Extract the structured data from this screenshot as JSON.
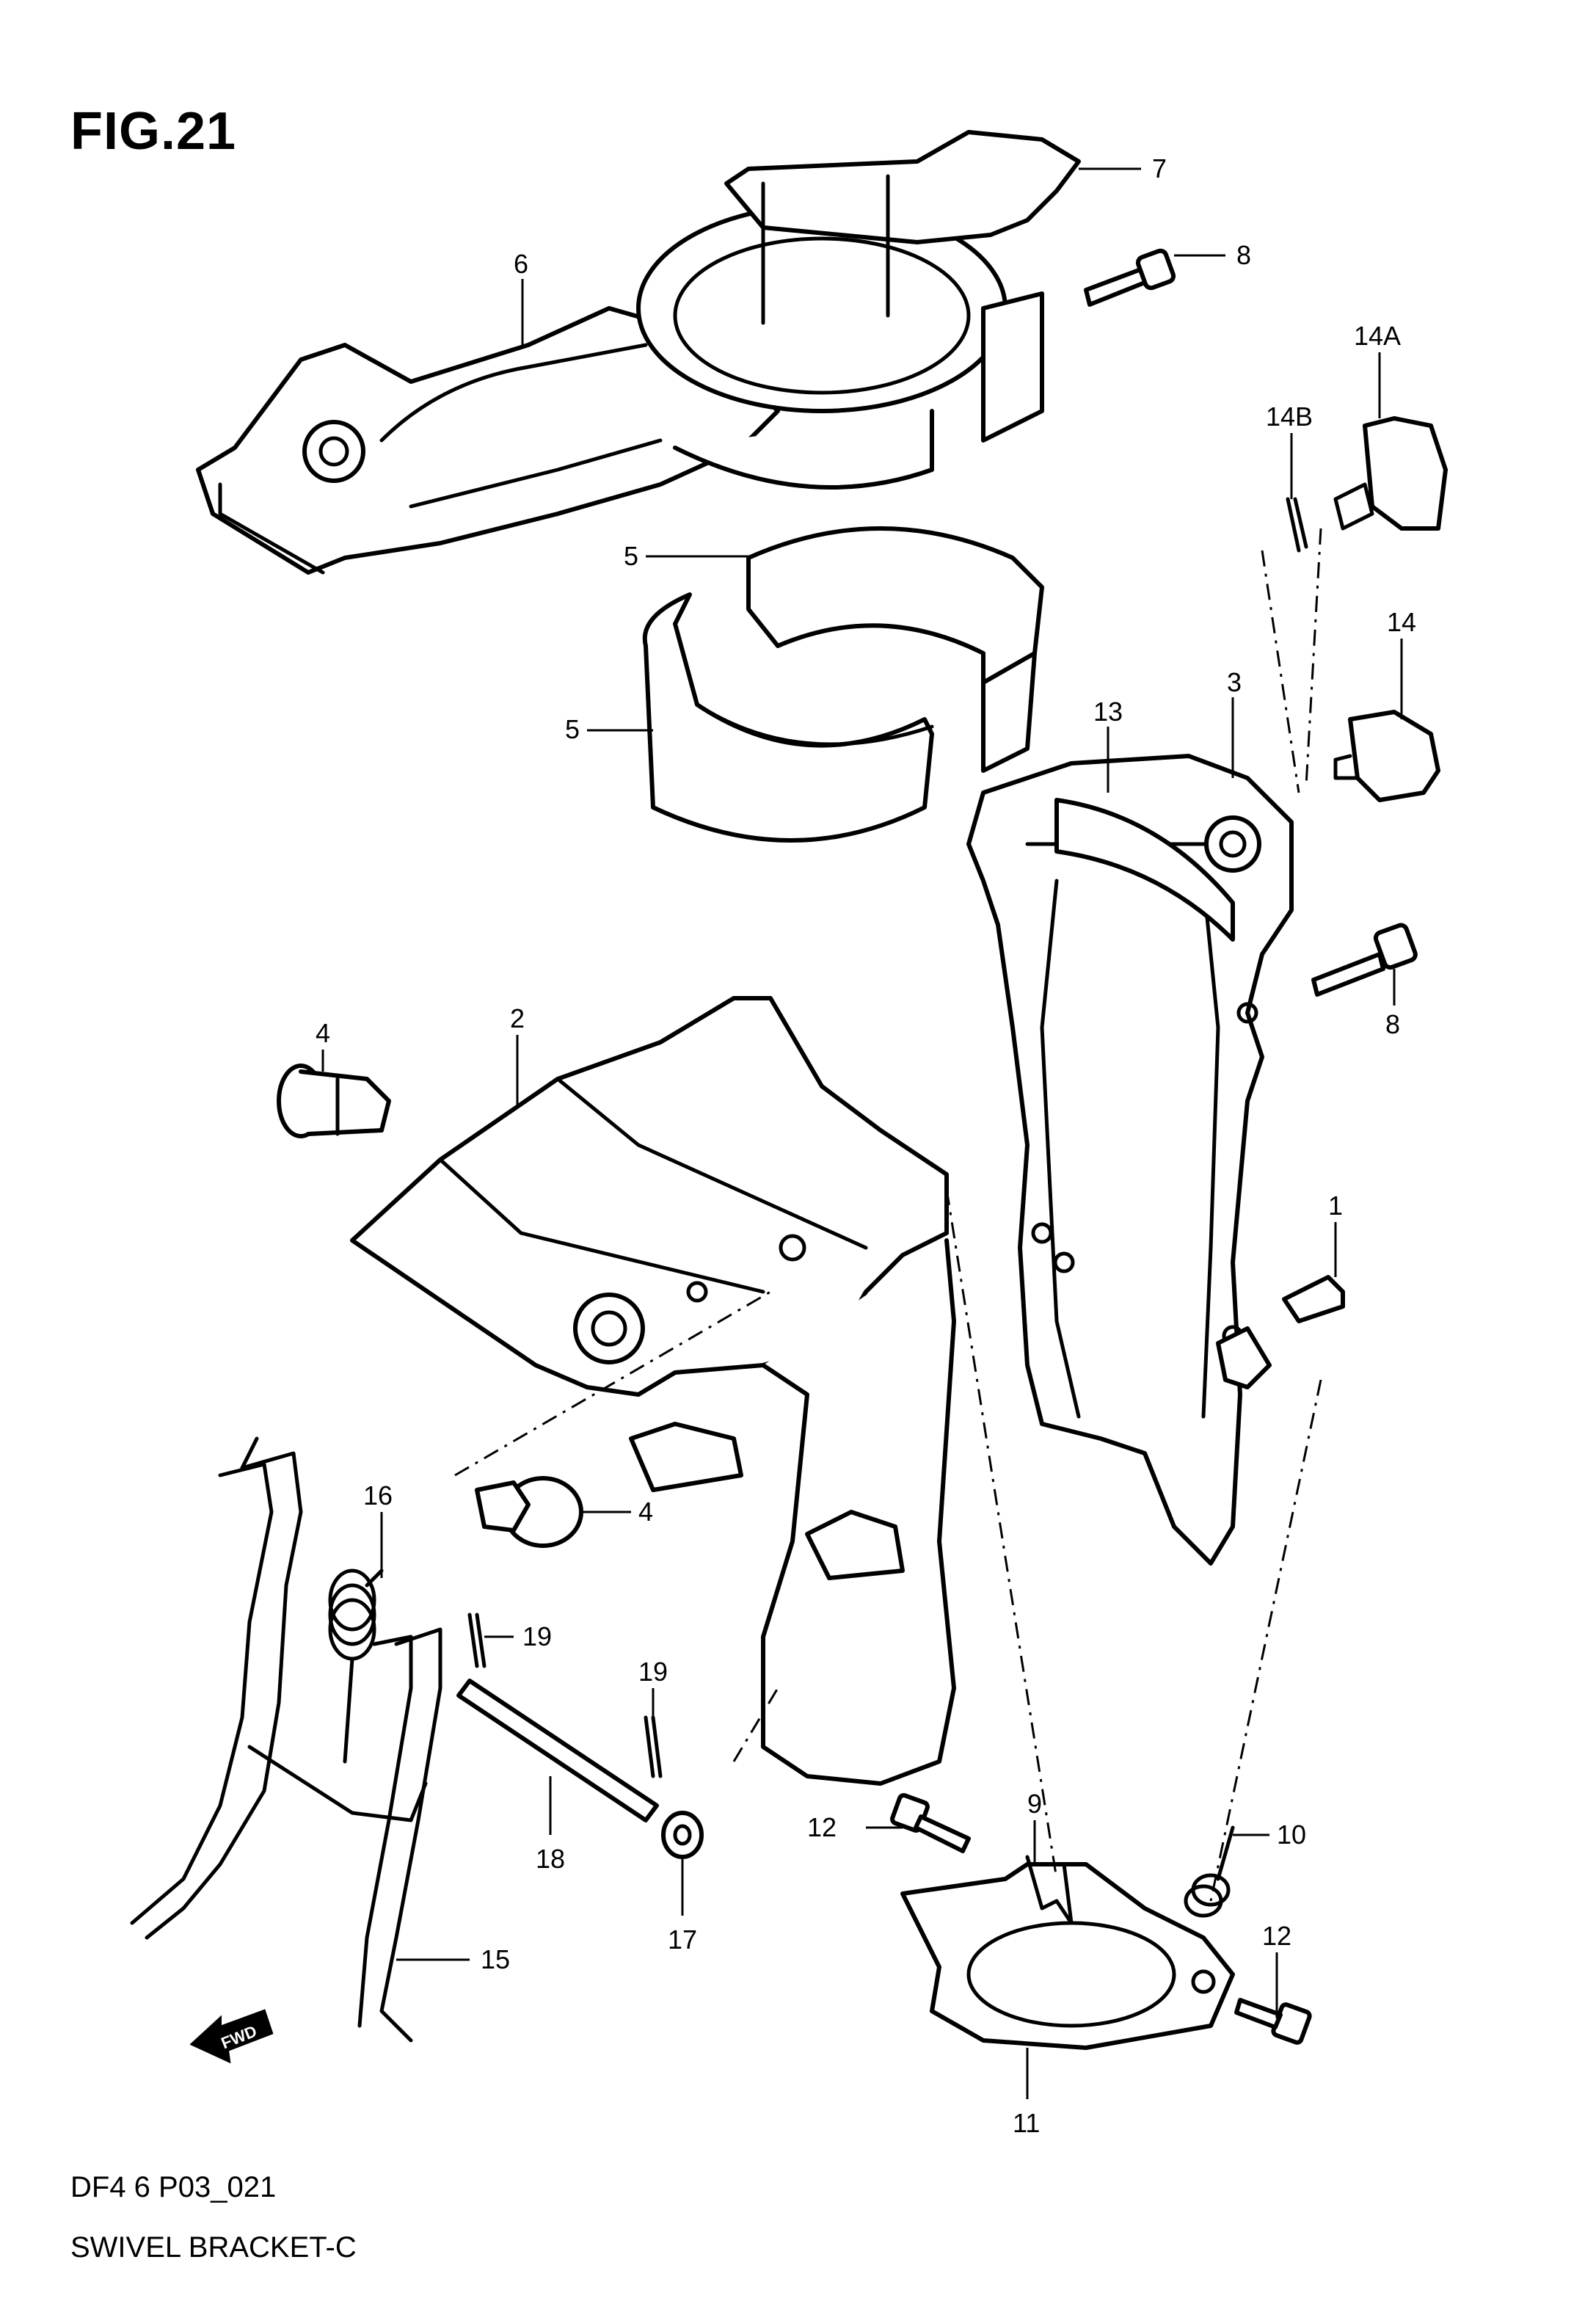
{
  "figure": {
    "title": "FIG.21",
    "code": "DF4 6 P03_021",
    "name": "SWIVEL BRACKET-C",
    "fwd_label": "FWD"
  },
  "callouts": [
    {
      "id": "c1",
      "label": "1"
    },
    {
      "id": "c2",
      "label": "2"
    },
    {
      "id": "c3",
      "label": "3"
    },
    {
      "id": "c4a",
      "label": "4"
    },
    {
      "id": "c4b",
      "label": "4"
    },
    {
      "id": "c5a",
      "label": "5"
    },
    {
      "id": "c5b",
      "label": "5"
    },
    {
      "id": "c6",
      "label": "6"
    },
    {
      "id": "c7",
      "label": "7"
    },
    {
      "id": "c8a",
      "label": "8"
    },
    {
      "id": "c8b",
      "label": "8"
    },
    {
      "id": "c9",
      "label": "9"
    },
    {
      "id": "c10",
      "label": "10"
    },
    {
      "id": "c11",
      "label": "11"
    },
    {
      "id": "c12a",
      "label": "12"
    },
    {
      "id": "c12b",
      "label": "12"
    },
    {
      "id": "c13",
      "label": "13"
    },
    {
      "id": "c14",
      "label": "14"
    },
    {
      "id": "c14a",
      "label": "14A"
    },
    {
      "id": "c14b",
      "label": "14B"
    },
    {
      "id": "c15",
      "label": "15"
    },
    {
      "id": "c16",
      "label": "16"
    },
    {
      "id": "c17",
      "label": "17"
    },
    {
      "id": "c18",
      "label": "18"
    },
    {
      "id": "c19a",
      "label": "19"
    },
    {
      "id": "c19b",
      "label": "19"
    }
  ]
}
